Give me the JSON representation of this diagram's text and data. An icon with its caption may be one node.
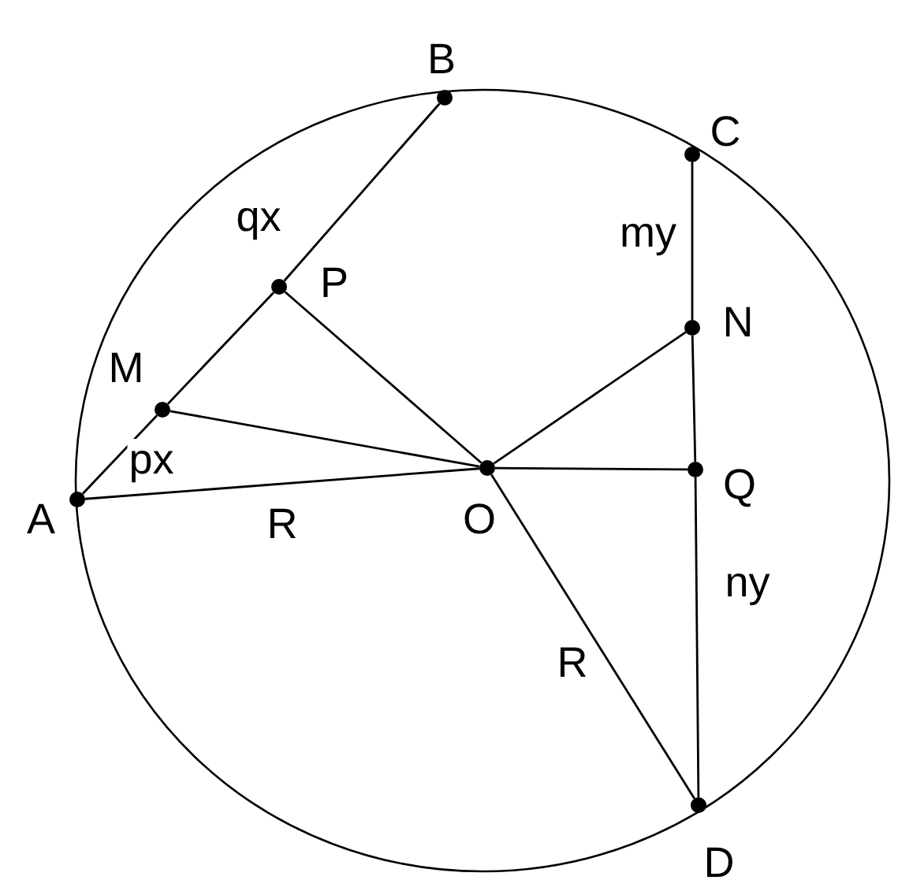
{
  "diagram": {
    "nodes": [
      {
        "text": [],
        "shape": "circle",
        "beside": [
          "B"
        ]
      },
      {
        "text": [],
        "shape": "circle",
        "beside": [
          "C"
        ]
      },
      {
        "text": [],
        "shape": "circle",
        "beside": [
          "P"
        ]
      },
      {
        "text": [],
        "shape": "circle",
        "beside": [
          "N"
        ]
      },
      {
        "text": [],
        "shape": "circle",
        "beside": [
          "M"
        ]
      },
      {
        "text": [],
        "shape": "circle",
        "beside": [
          "A"
        ]
      },
      {
        "text": [],
        "shape": "circle",
        "beside": [
          "O"
        ]
      },
      {
        "text": [],
        "shape": "circle",
        "beside": [
          "Q"
        ]
      },
      {
        "text": [],
        "shape": "circle",
        "beside": [
          "D"
        ]
      }
    ],
    "edges": [
      {
        "from": 5,
        "to": 4,
        "arrow": "none",
        "label": "px"
      },
      {
        "from": 4,
        "to": 2,
        "arrow": "none"
      },
      {
        "from": 2,
        "to": 0,
        "arrow": "none",
        "label": "qx"
      },
      {
        "from": 4,
        "to": 6,
        "arrow": "none"
      },
      {
        "from": 2,
        "to": 6,
        "arrow": "none"
      },
      {
        "from": 5,
        "to": 6,
        "arrow": "none",
        "label": "R"
      },
      {
        "from": 6,
        "to": 3,
        "arrow": "none"
      },
      {
        "from": 6,
        "to": 7,
        "arrow": "none"
      },
      {
        "from": 6,
        "to": 8,
        "arrow": "none",
        "label": "R"
      },
      {
        "from": 1,
        "to": 3,
        "arrow": "none",
        "label": "my"
      },
      {
        "from": 3,
        "to": 7,
        "arrow": "none"
      },
      {
        "from": 7,
        "to": 8,
        "arrow": "none",
        "label": "ny"
      }
    ]
  }
}
